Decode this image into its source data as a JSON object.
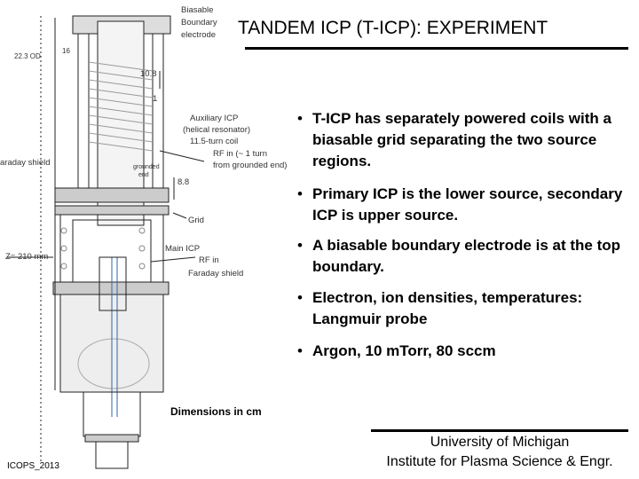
{
  "slide": {
    "title": "TANDEM ICP (T-ICP):  EXPERIMENT",
    "bullets": [
      "T-ICP has separately powered coils with a biasable grid separating the two source regions.",
      "Primary ICP is the lower source, secondary ICP is upper source.",
      "A biasable boundary electrode is at the top boundary.",
      "Electron, ion densities, temperatures: Langmuir probe",
      "Argon, 10 mTorr, 80 sccm"
    ],
    "dimensions_note": "Dimensions in cm",
    "footer": [
      "University of Michigan",
      "Institute for Plasma Science & Engr."
    ],
    "conference": "ICOPS_2013"
  },
  "diagram": {
    "labels": {
      "biasable_electrode": [
        "Biasable",
        "Boundary",
        "electrode"
      ],
      "od": "22.3 OD",
      "dim_16": "16",
      "dim_10_8": "10.8",
      "dim_1": "1",
      "aux_icp": [
        "Auxiliary ICP",
        "(helical resonator)",
        "11.5-turn coil"
      ],
      "rf_in_top": [
        "RF in (~ 1 turn",
        "from grounded end)"
      ],
      "faraday_left": "araday shield",
      "grounded_end": [
        "grounded",
        "end"
      ],
      "dim_8_8": "8.8",
      "grid": "Grid",
      "main_icp": "Main ICP",
      "z_pos": "Z= 210 mm",
      "rf_in_bottom": "RF in",
      "faraday_right": "Faraday shield"
    }
  }
}
